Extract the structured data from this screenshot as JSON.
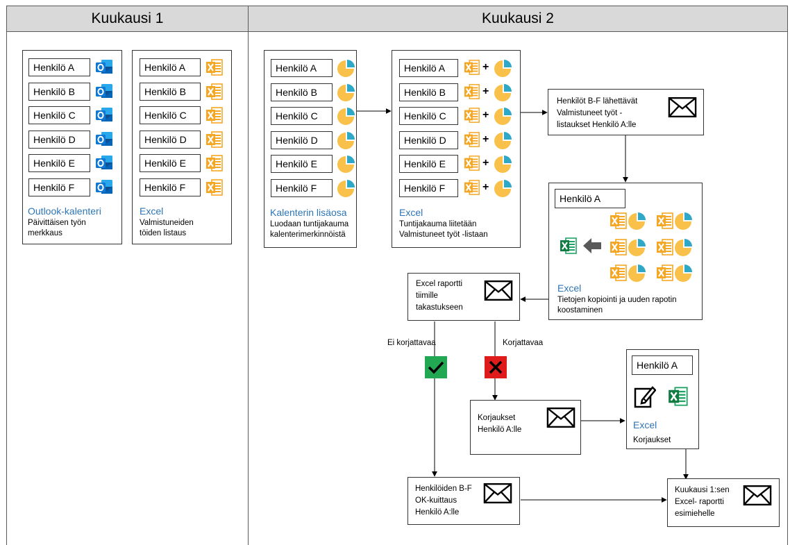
{
  "lanes": {
    "month1": "Kuukausi 1",
    "month2": "Kuukausi 2"
  },
  "people": [
    "Henkilö A",
    "Henkilö B",
    "Henkilö C",
    "Henkilö D",
    "Henkilö E",
    "Henkilö F"
  ],
  "panels": {
    "outlook": {
      "title": "Outlook-kalenteri",
      "desc1": "Päivittäisen työn",
      "desc2": "merkkaus",
      "icon": "outlook-icon"
    },
    "excel_list": {
      "title": "Excel",
      "desc1": "Valmistuneiden",
      "desc2": "töiden listaus",
      "icon": "excel-icon"
    },
    "calendar_addon": {
      "title": "Kalenterin lisäosa",
      "desc1": "Luodaan tuntijakauma",
      "desc2": "kalenterimerkinnöistä",
      "icon": "pie-chart-icon"
    },
    "excel_attach": {
      "title": "Excel",
      "desc1": "Tuntijakauma liitetään",
      "desc2": "Valmistuneet työt -listaan",
      "plus": "+"
    },
    "send_lists": {
      "line1": "Henkilöt B-F lähettävät",
      "line2": "Valmistuneet työt -",
      "line3": "listaukset Henkilö A:lle",
      "icon": "envelope-icon"
    },
    "compile": {
      "person": "Henkilö A",
      "title": "Excel",
      "desc1": "Tietojen kopiointi ja uuden rapotin",
      "desc2": "koostaminen"
    },
    "team_report": {
      "line1": "Excel raportti",
      "line2": "tiimille",
      "line3": "takastukseen"
    },
    "corrections_mail": {
      "line1": "Korjaukset",
      "line2": "Henkilö A:lle"
    },
    "corrections_excel": {
      "person": "Henkilö A",
      "title": "Excel",
      "desc": "Korjaukset"
    },
    "ok_ack": {
      "line1": "Henkilöiden B-F",
      "line2": "OK-kuittaus",
      "line3": "Henkilö A:lle"
    },
    "final_report": {
      "line1": "Kuukausi 1:sen",
      "line2": "Excel- raportti",
      "line3": "esimiehelle"
    }
  },
  "decisions": {
    "no_fix": "Ei korjattavaa",
    "fix": "Korjattavaa"
  },
  "colors": {
    "excel_orange": "#f5a623",
    "excel_green": "#21a366",
    "outlook_blue": "#0f78d4",
    "pie_yellow": "#f9c04a",
    "pie_teal": "#2fa8c7",
    "title_blue": "#2e75b6",
    "check_green": "#22a853",
    "cross_red": "#e01b1b",
    "lane_header": "#d9d9d9"
  }
}
